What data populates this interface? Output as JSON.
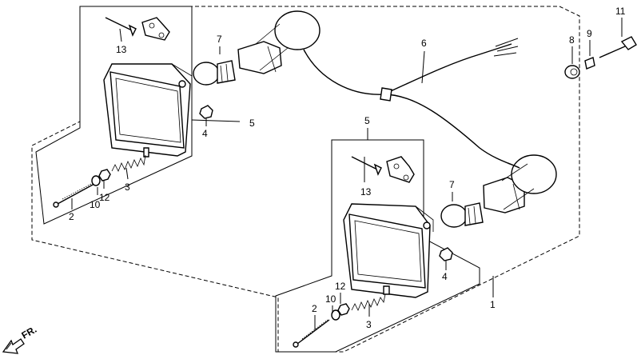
{
  "callouts": {
    "n1": "1",
    "n2_left": "2",
    "n2_right": "2",
    "n3_left": "3",
    "n3_right": "3",
    "n4_left": "4",
    "n4_right": "4",
    "n5_left": "5",
    "n5_right": "5",
    "n6": "6",
    "n7_left": "7",
    "n7_right": "7",
    "n8": "8",
    "n9": "9",
    "n10_left": "10",
    "n10_right": "10",
    "n11": "11",
    "n12_left": "12",
    "n12_right": "12",
    "n13_left": "13",
    "n13_right": "13"
  },
  "direction": {
    "label": "FR.",
    "arrow_icon": "direction-arrow-icon"
  }
}
